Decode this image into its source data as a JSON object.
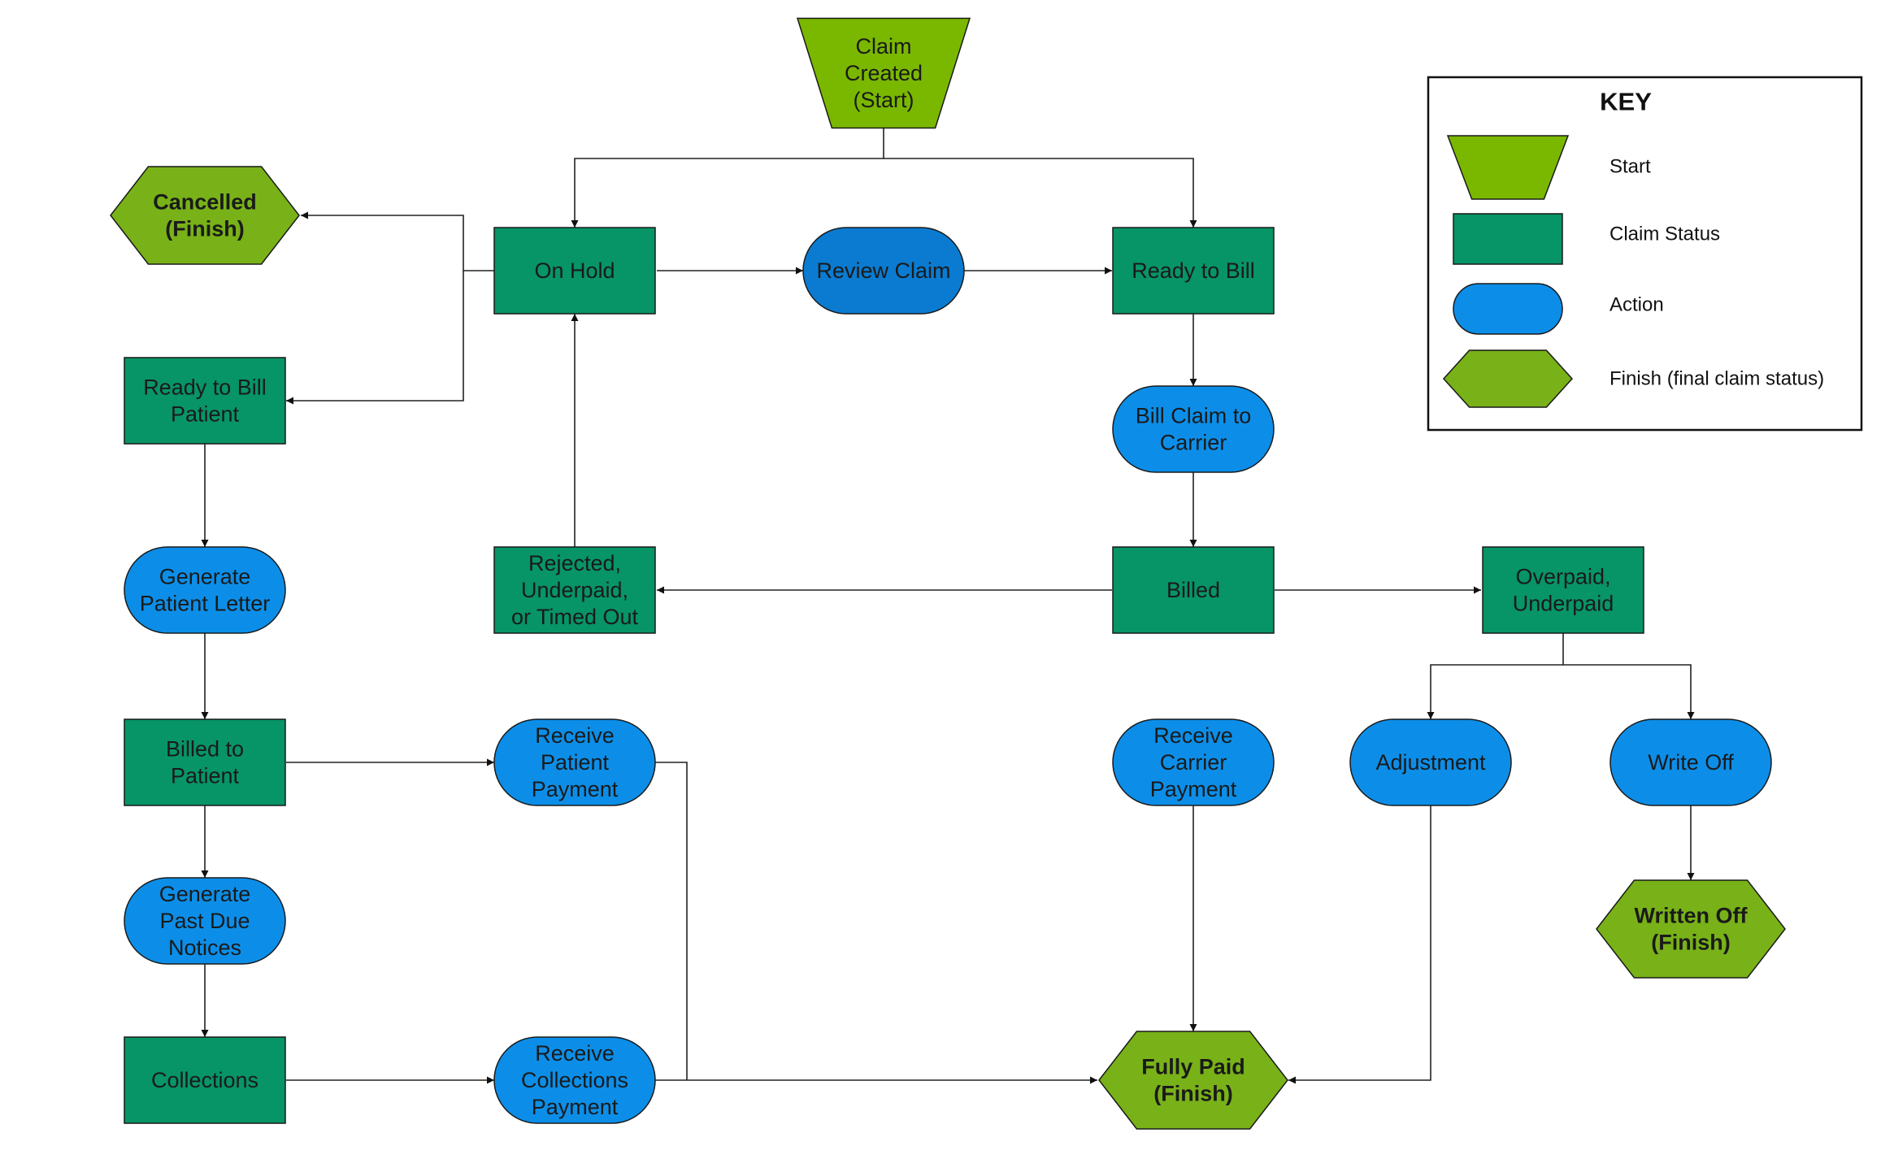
{
  "colors": {
    "start_fill": "#7ab800",
    "status_fill": "#079467",
    "action_fill": "#0c8ee8",
    "finish_fill": "#78b218",
    "review_fill": "#0a7bd0",
    "stroke": "#1a1a1a"
  },
  "nodes": {
    "claim_created": {
      "lines": [
        "Claim",
        "Created",
        "(Start)"
      ],
      "kind": "start"
    },
    "cancelled": {
      "lines": [
        "Cancelled",
        "(Finish)"
      ],
      "kind": "finish"
    },
    "on_hold": {
      "lines": [
        "On Hold"
      ],
      "kind": "status"
    },
    "review_claim": {
      "lines": [
        "Review Claim"
      ],
      "kind": "action"
    },
    "ready_to_bill": {
      "lines": [
        "Ready to Bill"
      ],
      "kind": "status"
    },
    "ready_to_bill_patient": {
      "lines": [
        "Ready to Bill",
        "Patient"
      ],
      "kind": "status"
    },
    "bill_claim_to_carrier": {
      "lines": [
        "Bill Claim to",
        "Carrier"
      ],
      "kind": "action"
    },
    "generate_patient_letter": {
      "lines": [
        "Generate",
        "Patient Letter"
      ],
      "kind": "action"
    },
    "rejected": {
      "lines": [
        "Rejected,",
        "Underpaid,",
        "or Timed Out"
      ],
      "kind": "status"
    },
    "billed": {
      "lines": [
        "Billed"
      ],
      "kind": "status"
    },
    "overpaid_underpaid": {
      "lines": [
        "Overpaid,",
        "Underpaid"
      ],
      "kind": "status"
    },
    "billed_to_patient": {
      "lines": [
        "Billed to",
        "Patient"
      ],
      "kind": "status"
    },
    "receive_patient_payment": {
      "lines": [
        "Receive",
        "Patient",
        "Payment"
      ],
      "kind": "action"
    },
    "receive_carrier_payment": {
      "lines": [
        "Receive",
        "Carrier",
        "Payment"
      ],
      "kind": "action"
    },
    "adjustment": {
      "lines": [
        "Adjustment"
      ],
      "kind": "action"
    },
    "write_off": {
      "lines": [
        "Write Off"
      ],
      "kind": "action"
    },
    "generate_past_due_notices": {
      "lines": [
        "Generate",
        "Past Due",
        "Notices"
      ],
      "kind": "action"
    },
    "written_off": {
      "lines": [
        "Written Off",
        "(Finish)"
      ],
      "kind": "finish"
    },
    "collections": {
      "lines": [
        "Collections"
      ],
      "kind": "status"
    },
    "receive_collections_payment": {
      "lines": [
        "Receive",
        "Collections",
        "Payment"
      ],
      "kind": "action"
    },
    "fully_paid": {
      "lines": [
        "Fully Paid",
        "(Finish)"
      ],
      "kind": "finish"
    }
  },
  "key": {
    "title": "KEY",
    "items": [
      {
        "label": "Start",
        "icon": "trapezoid-icon"
      },
      {
        "label": "Claim Status",
        "icon": "rectangle-icon"
      },
      {
        "label": "Action",
        "icon": "pill-icon"
      },
      {
        "label": "Finish (final claim status)",
        "icon": "hexagon-icon"
      }
    ]
  }
}
